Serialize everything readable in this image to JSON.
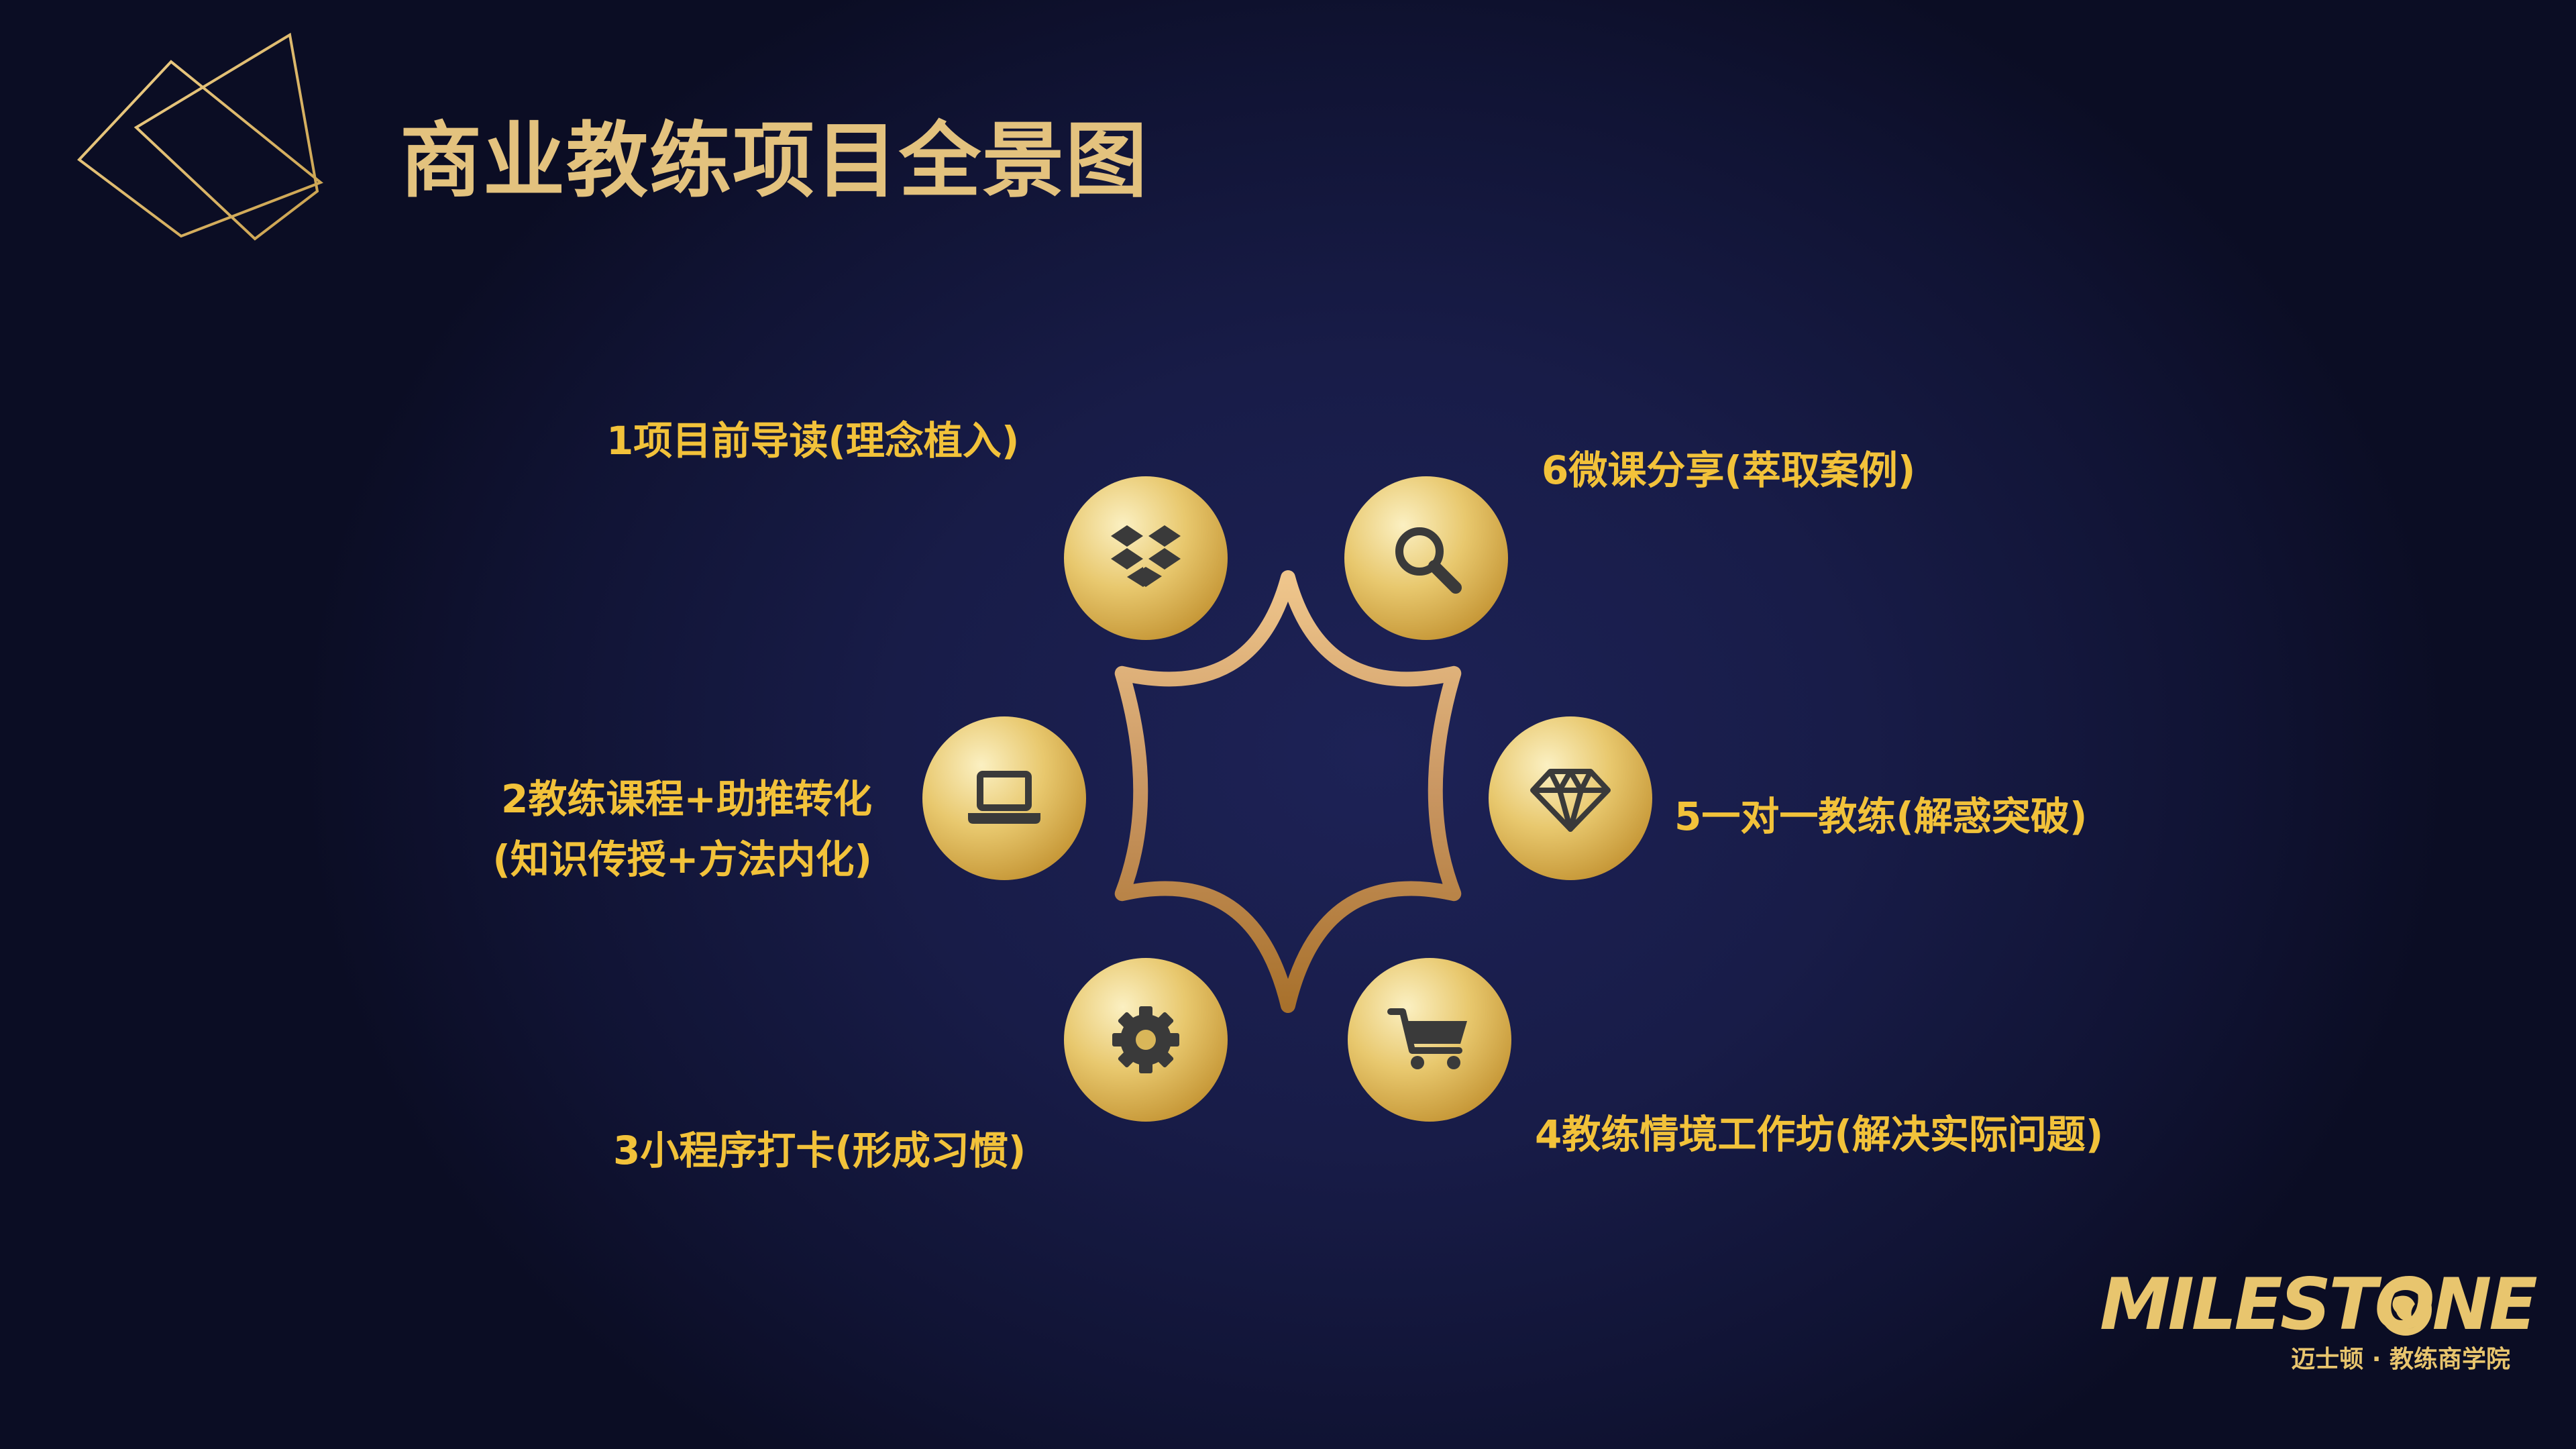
{
  "title": "商业教练项目全景图",
  "items": [
    {
      "label": "1项目前导读(理念植入)",
      "icon": "dropbox-icon"
    },
    {
      "label_line1": "2教练课程+助推转化",
      "label_line2": "(知识传授+方法内化)",
      "icon": "laptop-icon"
    },
    {
      "label": "3小程序打卡(形成习惯)",
      "icon": "gear-icon"
    },
    {
      "label": "4教练情境工作坊(解决实际问题)",
      "icon": "shopping-cart-icon"
    },
    {
      "label": "5一对一教练(解惑突破)",
      "icon": "diamond-icon"
    },
    {
      "label": "6微课分享(萃取案例)",
      "icon": "search-icon"
    }
  ],
  "logo": {
    "wordmark": "MILESTONE",
    "subtitle": "迈士顿 · 教练商学院"
  },
  "colors": {
    "background": "#161a44",
    "gold": "#e3c27e",
    "label": "#f2c23a",
    "icon": "#3a3a3a"
  }
}
